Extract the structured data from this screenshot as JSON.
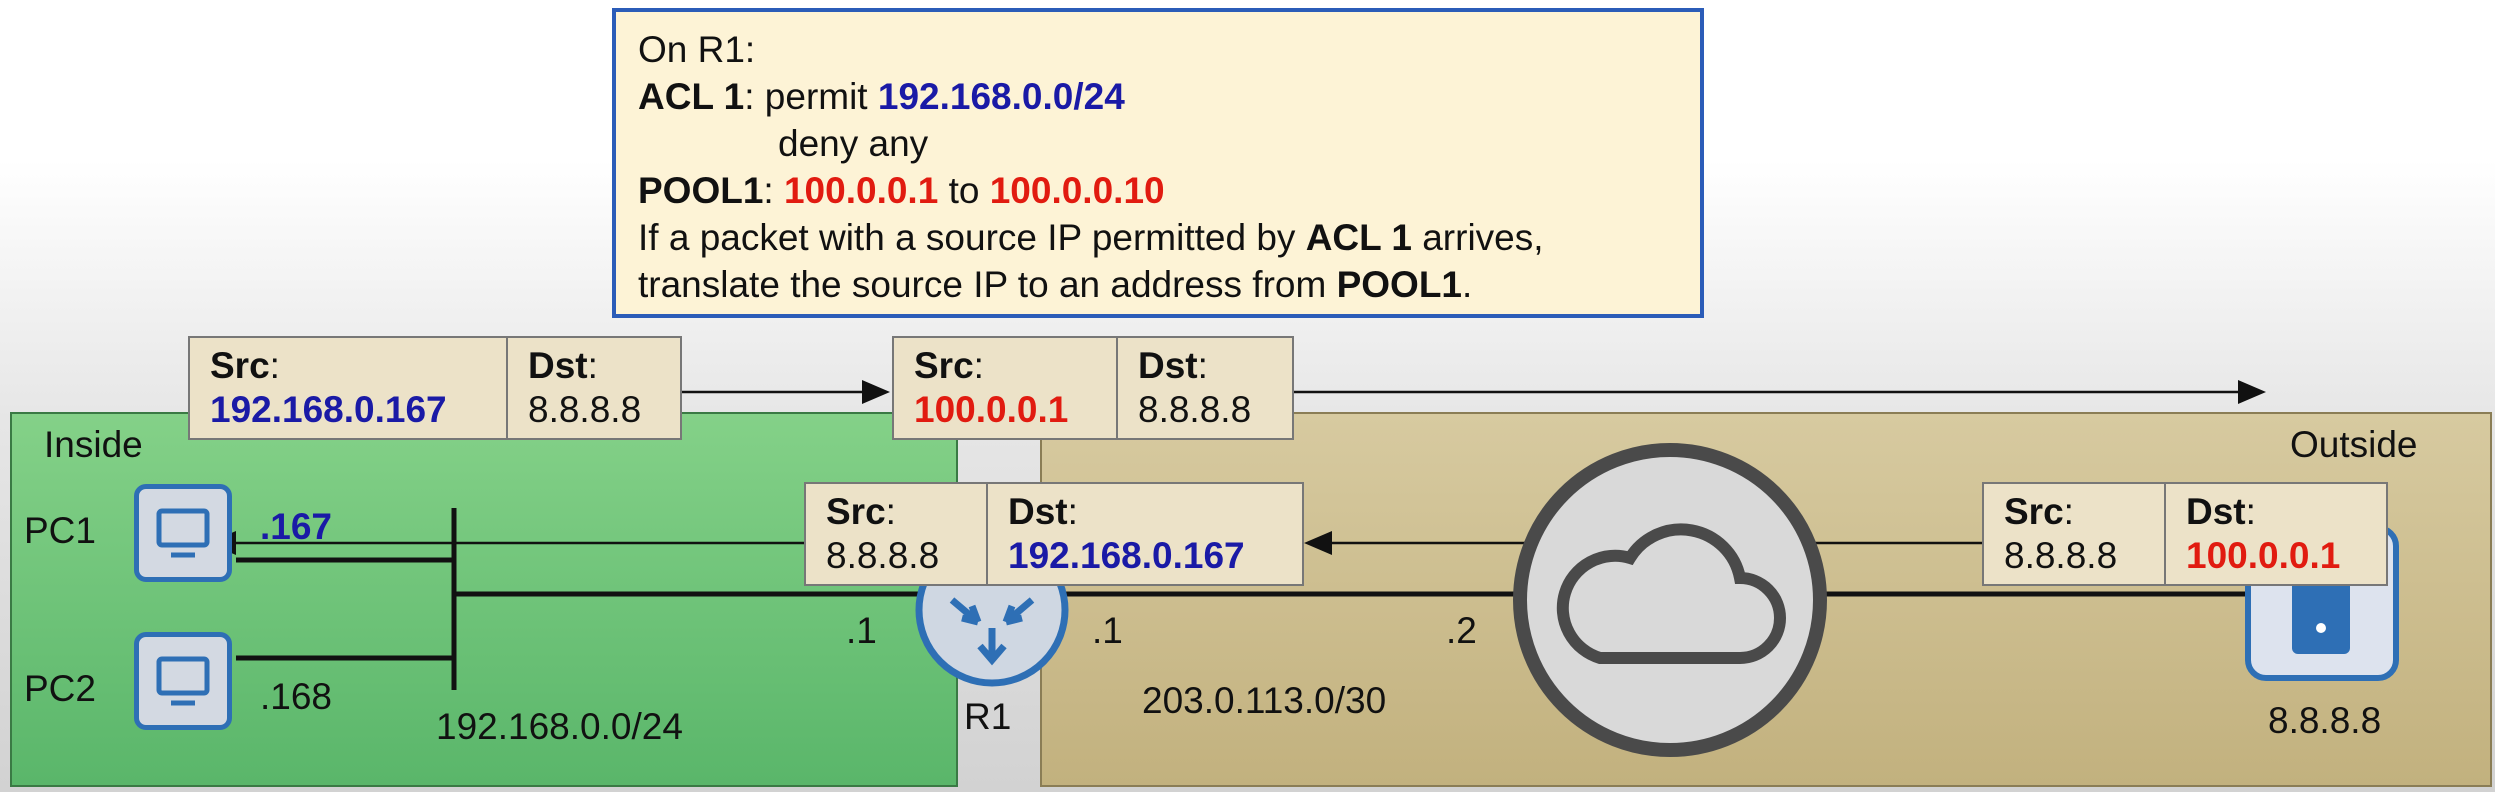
{
  "info_box": {
    "title": "On R1:",
    "acl_label": "ACL 1",
    "acl_permit_prefix": ": permit ",
    "acl_permit_net": "192.168.0.0/24",
    "acl_deny": "deny any",
    "pool_label": "POOL1",
    "pool_sep": ": ",
    "pool_start": "100.0.0.1",
    "pool_to": " to ",
    "pool_end": "100.0.0.10",
    "rule_line1_a": "If a packet with a source IP permitted by ",
    "rule_line1_b": "ACL 1",
    "rule_line1_c": " arrives,",
    "rule_line2_a": "translate the source IP to an address from ",
    "rule_line2_b": "POOL1",
    "rule_line2_c": "."
  },
  "zones": {
    "inside": "Inside",
    "outside": "Outside"
  },
  "labels": {
    "src": "Src",
    "dst": "Dst",
    "colon": ":"
  },
  "packets": {
    "p1": {
      "src": "192.168.0.167",
      "dst": "8.8.8.8"
    },
    "p2": {
      "src": "100.0.0.1",
      "dst": "8.8.8.8"
    },
    "p3": {
      "src": "8.8.8.8",
      "dst": "192.168.0.167"
    },
    "p4": {
      "src": "8.8.8.8",
      "dst": "100.0.0.1"
    }
  },
  "devices": {
    "pc1": "PC1",
    "pc1_ip": ".167",
    "pc2": "PC2",
    "pc2_ip": ".168",
    "inside_net": "192.168.0.0/24",
    "r1": "R1",
    "r1_inside_ip": ".1",
    "r1_outside_ip": ".1",
    "cloud_ip": ".2",
    "outside_net": "203.0.113.0/30",
    "server_ip": "8.8.8.8"
  },
  "colors": {
    "blue": "#1a1aa6",
    "red": "#e11b10",
    "device_blue": "#2e6fb5"
  }
}
